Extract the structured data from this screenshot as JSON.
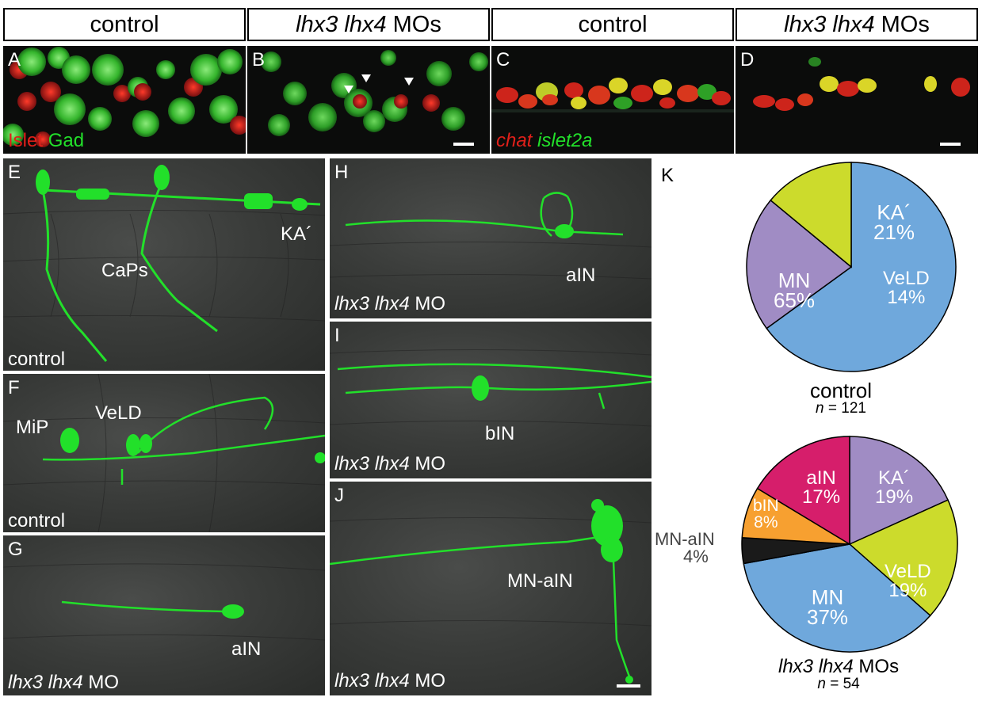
{
  "headers": [
    {
      "text_a": "control",
      "text_b": ""
    },
    {
      "text_a": "lhx3 lhx4",
      "text_b": " MOs"
    },
    {
      "text_a": "control",
      "text_b": ""
    },
    {
      "text_a": "lhx3 lhx4",
      "text_b": " MOs"
    }
  ],
  "panels": {
    "A": {
      "letter": "A",
      "stain1": "Islet",
      "stain2": "Gad"
    },
    "B": {
      "letter": "B"
    },
    "C": {
      "letter": "C",
      "stain1": "chat",
      "stain2": "islet2a"
    },
    "D": {
      "letter": "D"
    },
    "E": {
      "letter": "E",
      "labels": [
        "KA´",
        "CaPs"
      ],
      "condition": "control"
    },
    "F": {
      "letter": "F",
      "labels": [
        "MiP",
        "VeLD"
      ],
      "condition": "control"
    },
    "G": {
      "letter": "G",
      "labels": [
        "aIN"
      ],
      "condition_italic": "lhx3 lhx4",
      "condition_rest": " MO"
    },
    "H": {
      "letter": "H",
      "labels": [
        "aIN"
      ],
      "condition_italic": "lhx3 lhx4",
      "condition_rest": " MO"
    },
    "I": {
      "letter": "I",
      "labels": [
        "bIN"
      ],
      "condition_italic": "lhx3 lhx4",
      "condition_rest": " MO"
    },
    "J": {
      "letter": "J",
      "labels": [
        "MN-aIN"
      ],
      "condition_italic": "lhx3 lhx4",
      "condition_rest": " MO"
    },
    "K": {
      "letter": "K"
    }
  },
  "colors": {
    "MN": "#6fa8dc",
    "KA": "#a08cc4",
    "VeLD": "#ccdb2c",
    "aIN": "#d61e6b",
    "bIN": "#f7a030",
    "MN-aIN": "#1a1a1a",
    "neuron_green": "#22e02a",
    "islet_red": "#e0201a"
  },
  "chart_data": [
    {
      "type": "pie",
      "title": "control",
      "n_label": "n",
      "n_value": "= 121",
      "labels": [
        "MN",
        "KA´",
        "VeLD"
      ],
      "values": [
        65,
        21,
        14
      ],
      "value_labels": [
        "65%",
        "21%",
        "14%"
      ]
    },
    {
      "type": "pie",
      "title_italic": "lhx3 lhx4",
      "title_rest": " MOs",
      "n_label": "n",
      "n_value": "= 54",
      "labels": [
        "KA´",
        "VeLD",
        "MN",
        "MN-aIN",
        "bIN",
        "aIN"
      ],
      "values": [
        19,
        19,
        37,
        4,
        8,
        17
      ],
      "value_labels": [
        "19%",
        "19%",
        "37%",
        "4%",
        "8%",
        "17%"
      ]
    }
  ]
}
